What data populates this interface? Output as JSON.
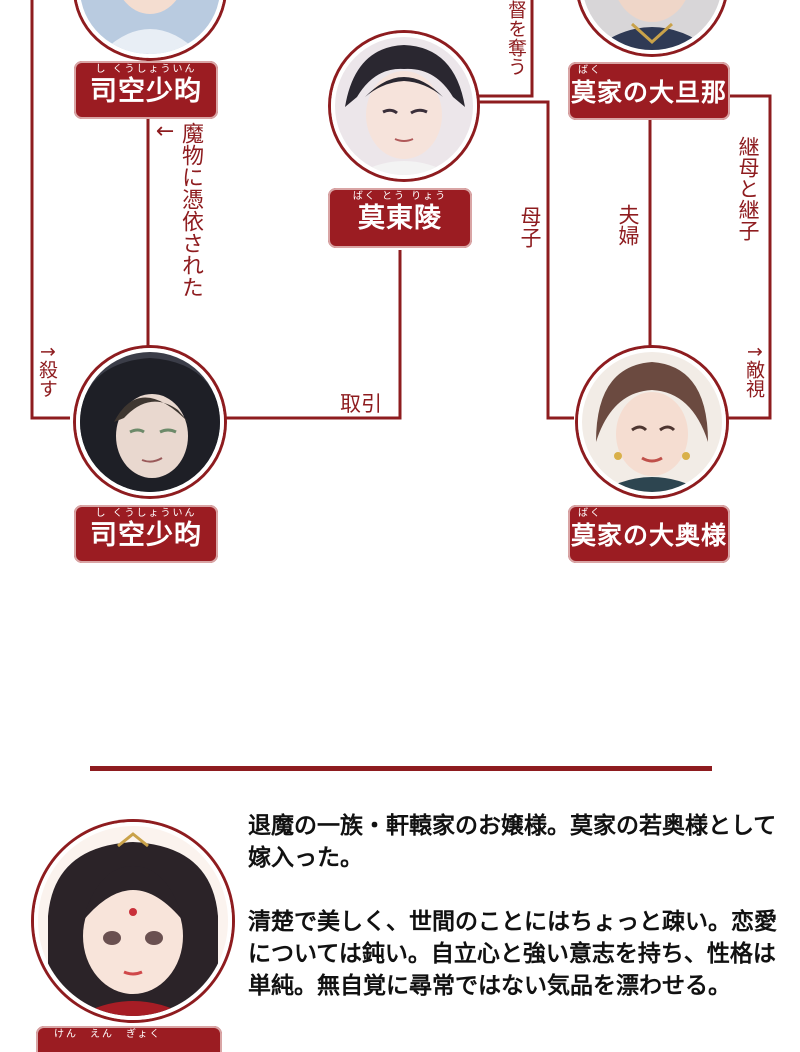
{
  "nodes": {
    "shikuu_top": {
      "ruby": "し くうしょういん",
      "name": "司空少昀"
    },
    "baku_dongling": {
      "ruby": "ばく とう りょう",
      "name": "莫東陵"
    },
    "baku_master": {
      "ruby": "ばく",
      "name": "莫家の大旦那"
    },
    "shikuu_bottom": {
      "ruby": "し くうしょういん",
      "name": "司空少昀"
    },
    "baku_madam": {
      "ruby": "ばく",
      "name": "莫家の大奥様"
    },
    "heroine": {
      "ruby": "けん　えん　ぎょく",
      "name": ""
    }
  },
  "relations": {
    "possessed": "魔物に憑依された↓",
    "kill": "↑殺す",
    "deal": "取引",
    "usurp": "督を奪う",
    "mother_child": "母子",
    "couple": "夫婦",
    "step": "継母と継子",
    "hostile": "↑敵視"
  },
  "profile": {
    "para1": "退魔の一族・軒轅家のお嬢様。莫家の若奥様として嫁入った。",
    "para2": "清楚で美しく、世間のことにはちょっと疎い。恋愛については鈍い。自立心と強い意志を持ち、性格は単純。無自覚に尋常ではない気品を漂わせる。"
  },
  "colors": {
    "accent": "#8e1c1f",
    "badge": "#9b1c22",
    "text": "#111111"
  },
  "icons": {
    "portrait": "character-portrait-icon"
  }
}
